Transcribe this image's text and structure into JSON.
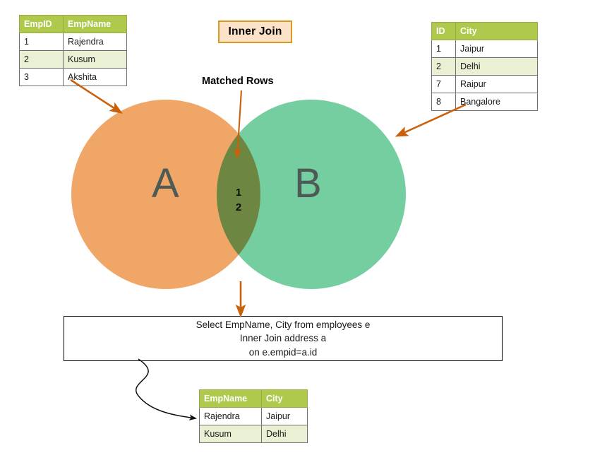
{
  "title_box": {
    "label": "Inner Join",
    "fill": "#FCE2C8",
    "border": "#D79A1F"
  },
  "employees_table": {
    "name": "employees",
    "headers": [
      "EmpID",
      "EmpName"
    ],
    "rows": [
      [
        "1",
        "Rajendra"
      ],
      [
        "2",
        "Kusum"
      ],
      [
        "3",
        "Akshita"
      ]
    ],
    "header_fill": "#AEC94B",
    "alt_row_fill": "#EAF0D3"
  },
  "address_table": {
    "name": "address",
    "headers": [
      "ID",
      "City"
    ],
    "rows": [
      [
        "1",
        "Jaipur"
      ],
      [
        "2",
        "Delhi"
      ],
      [
        "7",
        "Raipur"
      ],
      [
        "8",
        "Bangalore"
      ]
    ],
    "header_fill": "#AEC94B",
    "alt_row_fill": "#EAF0D3"
  },
  "result_table": {
    "name": "result",
    "headers": [
      "EmpName",
      "City"
    ],
    "rows": [
      [
        "Rajendra",
        "Jaipur"
      ],
      [
        "Kusum",
        "Delhi"
      ]
    ],
    "header_fill": "#AEC94B",
    "alt_row_fill": "#EAF0D3"
  },
  "venn": {
    "left_circle_label": "A",
    "right_circle_label": "B",
    "left_circle_color": "#F0A667",
    "right_circle_color": "#74CEA0",
    "overlap_color": "#C79646",
    "overlap_values": "1\n2",
    "overlap_value_1": "1",
    "overlap_value_2": "2",
    "matched_label": "Matched Rows"
  },
  "sql_box": {
    "line1": "Select EmpName, City from employees e",
    "line2": "Inner Join address a",
    "line3": "on e.empid=a.id",
    "border_color": "#000000"
  },
  "arrows": {
    "color": "#C9610C",
    "curve_color": "#000000",
    "from_employees_to_a": "arrow-employees-to-circle-a",
    "from_address_to_b": "arrow-address-to-circle-b",
    "from_matched_label_to_overlap": "arrow-matched-rows-to-overlap",
    "from_venn_to_sql": "arrow-venn-to-sql",
    "from_sql_to_result": "arrow-sql-to-result"
  }
}
